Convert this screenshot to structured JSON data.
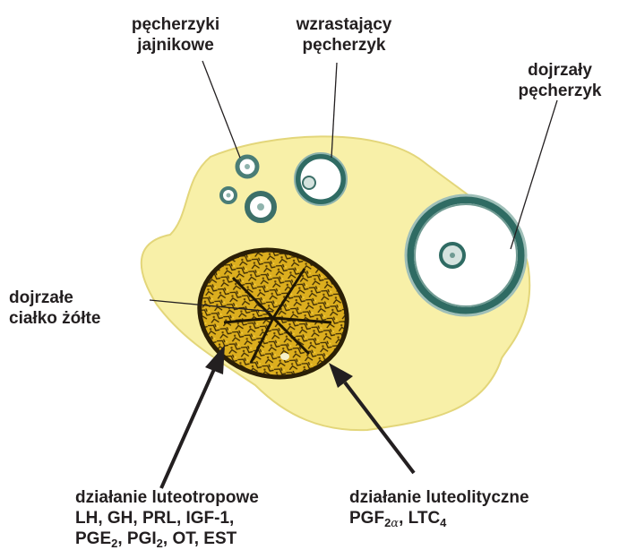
{
  "labels": {
    "follicles_line1": "pęcherzyki",
    "follicles_line2": "jajnikowe",
    "growing_line1": "wzrastający",
    "growing_line2": "pęcherzyk",
    "mature_line1": "dojrzały",
    "mature_line2": "pęcherzyk",
    "cl_line1": "dojrzałe",
    "cl_line2": "ciałko żółte",
    "luteotropic_title": "działanie luteotropowe",
    "luteotropic_line2": "LH, GH, PRL, IGF-1,",
    "luteotropic_pge": "PGE",
    "luteotropic_pge_sub": "2",
    "luteotropic_sep1": ", ",
    "luteotropic_pgi": "PGI",
    "luteotropic_pgi_sub": "2",
    "luteotropic_rest": ", OT, EST",
    "luteolytic_title": "działanie luteolityczne",
    "luteolytic_pgf": "PGF",
    "luteolytic_pgf_sub": "2",
    "luteolytic_alpha": "α",
    "luteolytic_sep": ", LTC",
    "luteolytic_ltc_sub": "4"
  },
  "colors": {
    "ovary_fill": "#f8f0a8",
    "corpus_luteum": "#d9a91a",
    "follicle_wall": "#2f6b63",
    "text": "#231f20"
  }
}
